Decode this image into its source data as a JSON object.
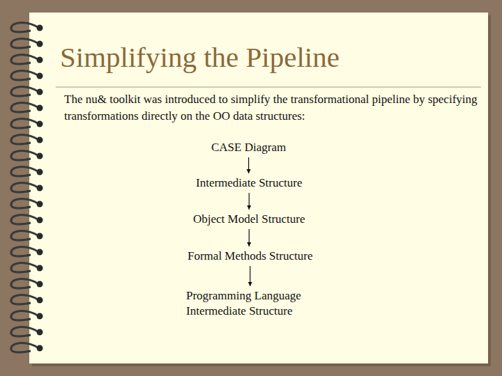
{
  "diagram": {
    "title": "Simplifying the Pipeline",
    "nodes": [
      {
        "text": [
          "CASE Diagram"
        ]
      },
      {
        "text": [
          "Intermediate Structure"
        ]
      },
      {
        "text": [
          "Object Model Structure"
        ]
      },
      {
        "text": [
          "Formal Methods Structure"
        ]
      },
      {
        "text": [
          "Programming Language Intermediate Structure"
        ]
      }
    ],
    "edges": [
      {
        "from": 0,
        "to": 1,
        "arrow": "to"
      },
      {
        "from": 1,
        "to": 2,
        "arrow": "to"
      },
      {
        "from": 2,
        "to": 3,
        "arrow": "to"
      },
      {
        "from": 3,
        "to": 4,
        "arrow": "to"
      }
    ],
    "labels": [
      "The nu& toolkit was introduced to simplify the transformational pipeline by specifying transformations directly on the OO data structures:"
    ]
  }
}
